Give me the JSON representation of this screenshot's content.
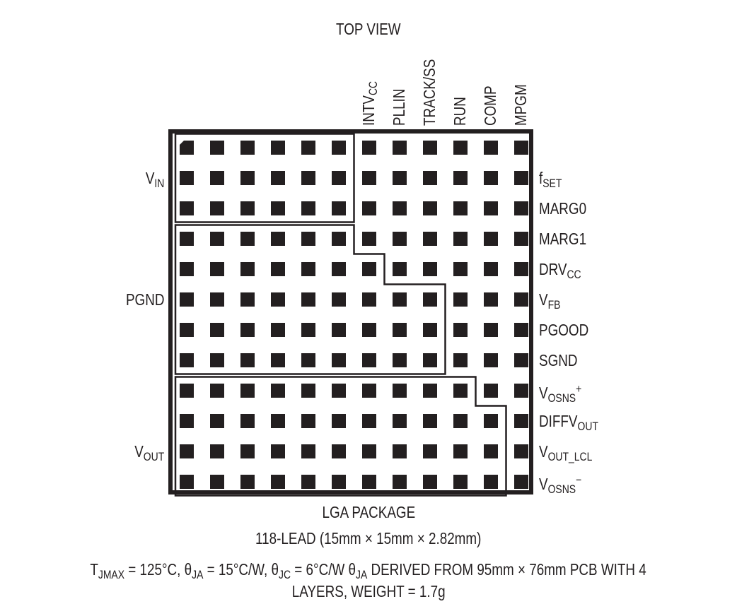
{
  "header": {
    "title": "TOP VIEW"
  },
  "top_pins": [
    {
      "base": "INTV",
      "sub": "CC",
      "col": 6
    },
    {
      "base": "PLLIN",
      "sub": "",
      "col": 7
    },
    {
      "base": "TRACK/SS",
      "sub": "",
      "col": 8
    },
    {
      "base": "RUN",
      "sub": "",
      "col": 9
    },
    {
      "base": "COMP",
      "sub": "",
      "col": 10
    },
    {
      "base": "MPGM",
      "sub": "",
      "col": 11
    }
  ],
  "right_pins": [
    {
      "base": "f",
      "sub": "SET",
      "sup": "",
      "row": 1
    },
    {
      "base": "MARG0",
      "sub": "",
      "sup": "",
      "row": 2
    },
    {
      "base": "MARG1",
      "sub": "",
      "sup": "",
      "row": 3
    },
    {
      "base": "DRV",
      "sub": "CC",
      "sup": "",
      "row": 4
    },
    {
      "base": "V",
      "sub": "FB",
      "sup": "",
      "row": 5
    },
    {
      "base": "PGOOD",
      "sub": "",
      "sup": "",
      "row": 6
    },
    {
      "base": "SGND",
      "sub": "",
      "sup": "",
      "row": 7
    },
    {
      "base": "V",
      "sub": "OSNS",
      "sup": "+",
      "row": 8
    },
    {
      "base": "DIFFV",
      "sub": "OUT",
      "sup": "",
      "row": 9
    },
    {
      "base": "V",
      "sub": "OUT_LCL",
      "sup": "",
      "row": 10
    },
    {
      "base": "V",
      "sub": "OSNS",
      "sup": "−",
      "row": 11
    }
  ],
  "left_groups": [
    {
      "base": "V",
      "sub": "IN",
      "label_row": 1,
      "rows": [
        0,
        1,
        2
      ],
      "cols_per_row": [
        6,
        6,
        6
      ]
    },
    {
      "base": "PGND",
      "sub": "",
      "label_row": 5,
      "rows": [
        3,
        4,
        5,
        6,
        7
      ],
      "cols_per_row": [
        6,
        7,
        9,
        9,
        9
      ]
    },
    {
      "base": "V",
      "sub": "OUT",
      "label_row": 10,
      "rows": [
        8,
        9,
        10,
        11
      ],
      "cols_per_row": [
        10,
        11,
        11,
        11
      ]
    }
  ],
  "package": {
    "name": "LGA PACKAGE",
    "leads": "118-LEAD (15mm × 15mm × 2.82mm)",
    "grid": {
      "rows": 12,
      "cols": 12
    },
    "pin1_marker": "chamfered corner top-left"
  },
  "thermal": {
    "line1_parts": [
      {
        "t": "T"
      },
      {
        "s": "JMAX"
      },
      {
        "t": " = 125°C, θ"
      },
      {
        "s": "JA"
      },
      {
        "t": " = 15°C/W, θ"
      },
      {
        "s": "JC"
      },
      {
        "t": " = 6°C/W  θ"
      },
      {
        "s": "JA"
      },
      {
        "t": " DERIVED FROM 95mm × 76mm PCB WITH 4"
      }
    ],
    "line2": "LAYERS, WEIGHT = 1.7g"
  },
  "colors": {
    "ink": "#231f20",
    "background": "#ffffff"
  }
}
